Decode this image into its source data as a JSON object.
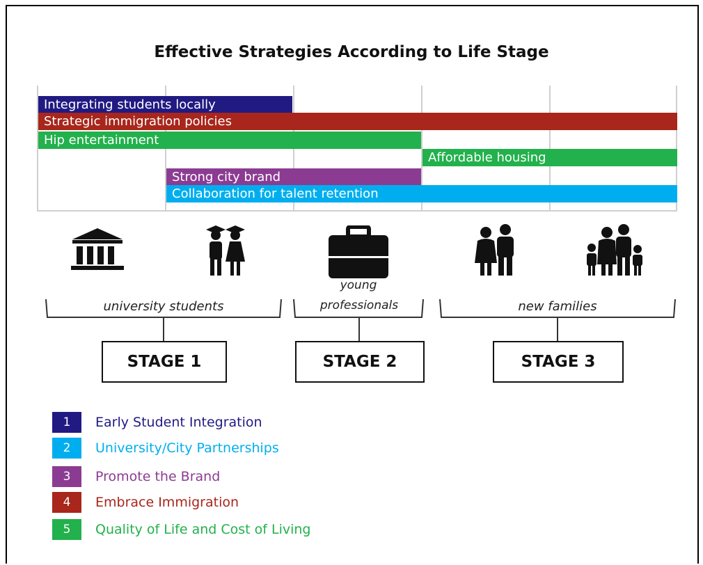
{
  "title": "Effective Strategies According to Life Stage",
  "colors": {
    "navy": "#211a82",
    "cyan": "#00aeef",
    "purple": "#8b3c92",
    "red": "#a8261b",
    "green": "#22b14c"
  },
  "bars": [
    {
      "label": "Integrating students locally",
      "color": "#211a82"
    },
    {
      "label": "Strategic immigration policies",
      "color": "#a8261b"
    },
    {
      "label": "Hip entertainment",
      "color": "#22b14c"
    },
    {
      "label": "Affordable housing",
      "color": "#22b14c"
    },
    {
      "label": "Strong city brand",
      "color": "#8b3c92"
    },
    {
      "label": "Collaboration for talent retention",
      "color": "#00aeef"
    }
  ],
  "icons": [
    "university-building-icon",
    "graduate-couple-icon",
    "briefcase-icon",
    "couple-icon",
    "family-icon"
  ],
  "groups": [
    {
      "label": "university students"
    },
    {
      "label_line1": "young",
      "label_line2": "professionals"
    },
    {
      "label": "new families"
    }
  ],
  "stages": [
    "STAGE 1",
    "STAGE 2",
    "STAGE 3"
  ],
  "legend": [
    {
      "num": "1",
      "label": "Early Student Integration",
      "color": "#211a82"
    },
    {
      "num": "2",
      "label": "University/City Partnerships",
      "color": "#00aeef"
    },
    {
      "num": "3",
      "label": "Promote the Brand",
      "color": "#8b3c92"
    },
    {
      "num": "4",
      "label": "Embrace Immigration",
      "color": "#a8261b"
    },
    {
      "num": "5",
      "label": "Quality of Life and Cost of Living",
      "color": "#22b14c"
    }
  ]
}
